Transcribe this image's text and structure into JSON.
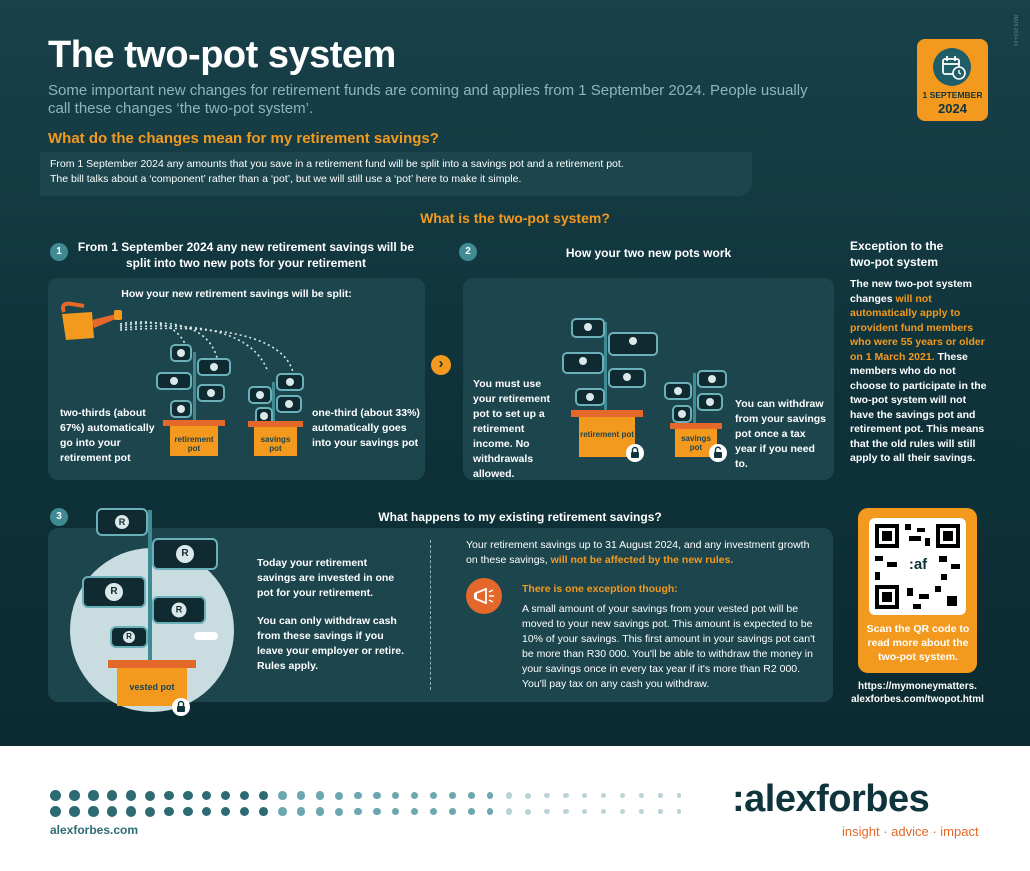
{
  "header": {
    "title": "The two-pot system",
    "subtitle": "Some important new changes for retirement funds are coming and applies from 1 September 2024. People usually call these changes ‘the two-pot system’.",
    "question": "What do the changes mean for my retirement savings?",
    "intro_line1": "From 1 September 2024 any amounts that you save in a retirement fund will be split into a savings pot and a retirement pot.",
    "intro_line2": "The bill talks about a ‘component’ rather than a ‘pot’, but we will still use a ‘pot’ here to make it simple.",
    "date_day": "1 SEPTEMBER",
    "date_year": "2024",
    "doc_code": "JM28-2024-01"
  },
  "section_title": "What is the two-pot system?",
  "step1": {
    "number": "1",
    "heading": "From 1 September 2024 any new retirement savings will be split into two new pots for your retirement",
    "subheading": "How your new retirement savings will be split:",
    "left_text": "two-thirds (about 67%) automatically go into your retirement pot",
    "right_text": "one-third (about 33%) automatically goes into your savings pot",
    "pot_retirement": "retirement pot",
    "pot_savings": "savings pot",
    "arrow": "›"
  },
  "step2": {
    "number": "2",
    "heading": "How your two new pots work",
    "left_text": "You must use your retirement pot to set up a retirement income. No withdrawals allowed.",
    "right_text": "You can withdraw from your savings pot once a tax year if you need to.",
    "pot_retirement": "retirement pot",
    "pot_savings": "savings pot"
  },
  "exception": {
    "heading": "Exception to the two-pot system",
    "text_a": "The new two-pot system changes ",
    "text_highlight": "will not automatically apply to provident fund members who were 55 years or older on 1 March 2021.",
    "text_b": " These members who do not choose to participate in the two-pot system will not have the savings pot and retirement pot. This means that the old rules will still apply to all their savings."
  },
  "step3": {
    "number": "3",
    "heading": "What happens to my existing retirement savings?",
    "left_para1": "Today your retirement savings are invested in one pot for your retirement.",
    "left_para2": "You can only withdraw cash from these savings if you leave your employer or retire. Rules apply.",
    "right_intro": "Your retirement savings up to 31 August 2024, and any investment growth on these savings, ",
    "right_intro_highlight": "will not be affected by the new rules.",
    "exception_title": "There is one exception though:",
    "exception_text": "A small amount of your savings from your vested pot will be moved to your new savings pot. This amount is expected to be 10% of your savings. This first amount in your savings pot can't be more than R30 000.  You'll be able to withdraw the money in your savings once in every tax year if it's more than R2 000. You'll pay tax on any cash you withdraw.",
    "pot_vested": "vested pot"
  },
  "qr": {
    "center_text": ":af",
    "caption": "Scan the QR code to read more about the two-pot system.",
    "url": "https://mymoneymatters. alexforbes.com/twopot.html"
  },
  "footer": {
    "website": "alexforbes.com",
    "brand": ":alexforbes",
    "tagline": "insight · advice · impact"
  },
  "icons": {
    "note_symbol": "R",
    "lock_symbol": "🔒",
    "megaphone": "📣"
  },
  "colors": {
    "accent": "#f39a1e",
    "dark_teal": "#10343c",
    "panel": "#1c454e",
    "brand_orange": "#e4682a"
  }
}
